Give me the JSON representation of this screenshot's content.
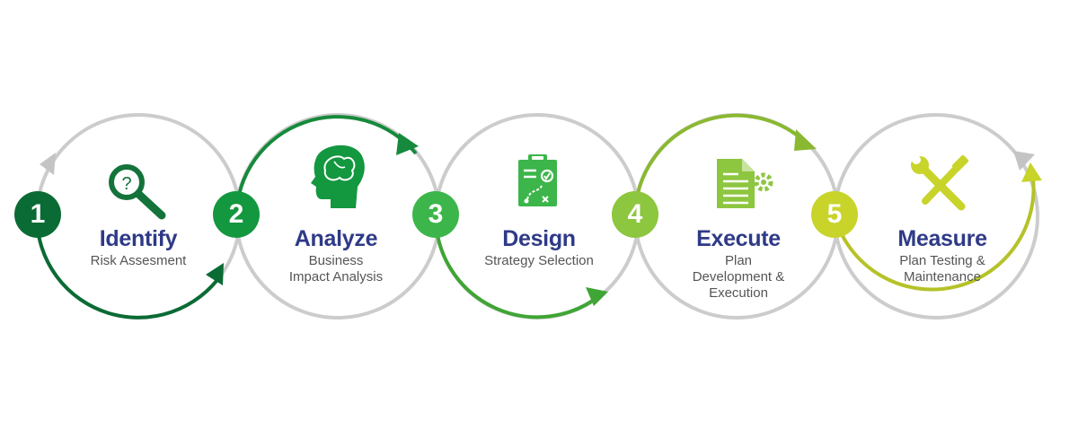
{
  "steps": [
    {
      "number": "1",
      "title": "Identify",
      "subtitle": "Risk Assesment",
      "icon": "magnifier-question-icon",
      "color": "#0a6b34"
    },
    {
      "number": "2",
      "title": "Analyze",
      "subtitle": "Business\nImpact Analysis",
      "icon": "brain-head-icon",
      "color": "#13973f"
    },
    {
      "number": "3",
      "title": "Design",
      "subtitle": "Strategy Selection",
      "icon": "clipboard-strategy-icon",
      "color": "#3cb64a"
    },
    {
      "number": "4",
      "title": "Execute",
      "subtitle": "Plan\nDevelopment &\nExecution",
      "icon": "document-gear-icon",
      "color": "#8dc63f"
    },
    {
      "number": "5",
      "title": "Measure",
      "subtitle": "Plan Testing &\nMaintenance",
      "icon": "wrench-screwdriver-icon",
      "color": "#c8d42a"
    }
  ],
  "colors": {
    "title": "#2e3a87",
    "subtitle": "#555555",
    "ring_gray": "#cccccc",
    "arc_1": "#0a6b34",
    "arc_2": "#168a3c",
    "arc_3": "#3fa535",
    "arc_4": "#8ab832",
    "arc_5": "#b5c228"
  }
}
